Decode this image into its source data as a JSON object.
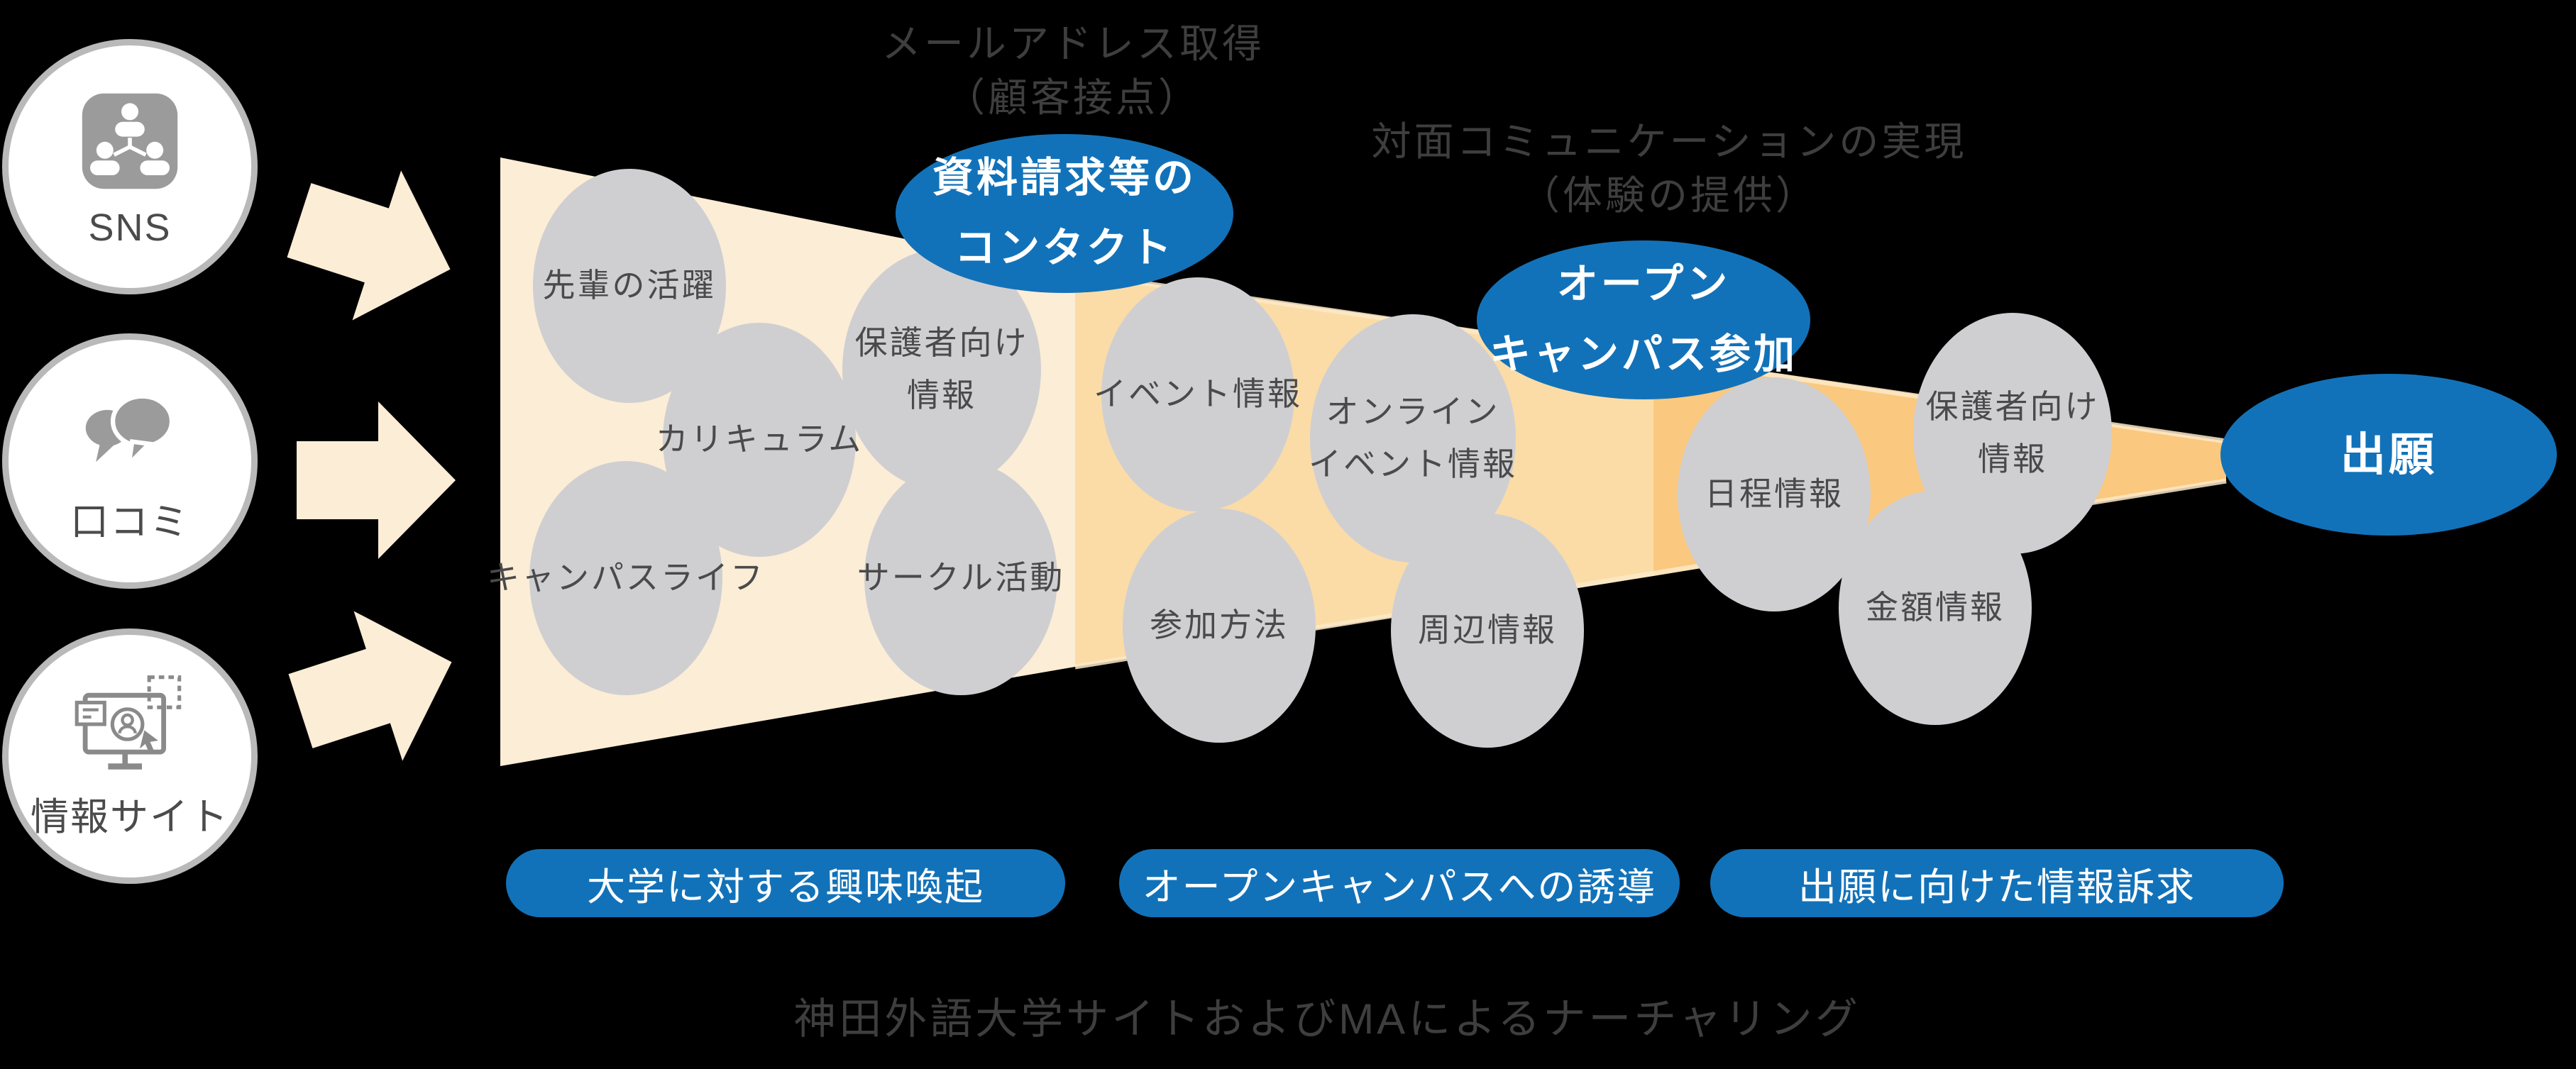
{
  "colors": {
    "background": "#000000",
    "accent_blue": "#1272B9",
    "funnel_stage1": "#FCEDD6",
    "funnel_stage2": "#FBDCA7",
    "funnel_stage3": "#FAC87E",
    "funnel_edge_highlight": "#FDE9C8",
    "topic_fill": "#CFCFD2",
    "topic_text": "#4A4A4A",
    "label_text": "#3E3E3E",
    "source_border": "#B9B9B9",
    "icon_gray": "#9B9B9B"
  },
  "sources": [
    {
      "label": "SNS",
      "icon": "people-network-icon"
    },
    {
      "label": "口コミ",
      "icon": "speech-bubbles-icon"
    },
    {
      "label": "情報サイト",
      "icon": "website-monitor-icon"
    }
  ],
  "stage_labels": [
    {
      "line1": "メールアドレス取得",
      "line2": "（顧客接点）"
    },
    {
      "line1": "対面コミュニケーションの実現",
      "line2": "（体験の提供）"
    }
  ],
  "milestones": [
    {
      "line1": "資料請求等の",
      "line2": "コンタクト"
    },
    {
      "line1": "オープン",
      "line2": "キャンパス参加"
    },
    {
      "line1": "出願",
      "line2": ""
    }
  ],
  "topics": [
    {
      "line1": "先輩の活躍",
      "line2": ""
    },
    {
      "line1": "カリキュラム",
      "line2": ""
    },
    {
      "line1": "キャンパスライフ",
      "line2": ""
    },
    {
      "line1": "保護者向け",
      "line2": "情報"
    },
    {
      "line1": "サークル活動",
      "line2": ""
    },
    {
      "line1": "イベント情報",
      "line2": ""
    },
    {
      "line1": "オンライン",
      "line2": "イベント情報"
    },
    {
      "line1": "参加方法",
      "line2": ""
    },
    {
      "line1": "周辺情報",
      "line2": ""
    },
    {
      "line1": "日程情報",
      "line2": ""
    },
    {
      "line1": "金額情報",
      "line2": ""
    },
    {
      "line1": "保護者向け",
      "line2": "情報"
    }
  ],
  "actions": [
    {
      "label": "大学に対する興味喚起"
    },
    {
      "label": "オープンキャンパスへの誘導"
    },
    {
      "label": "出願に向けた情報訴求"
    }
  ],
  "caption": "神田外語大学サイトおよびMAによるナーチャリング"
}
